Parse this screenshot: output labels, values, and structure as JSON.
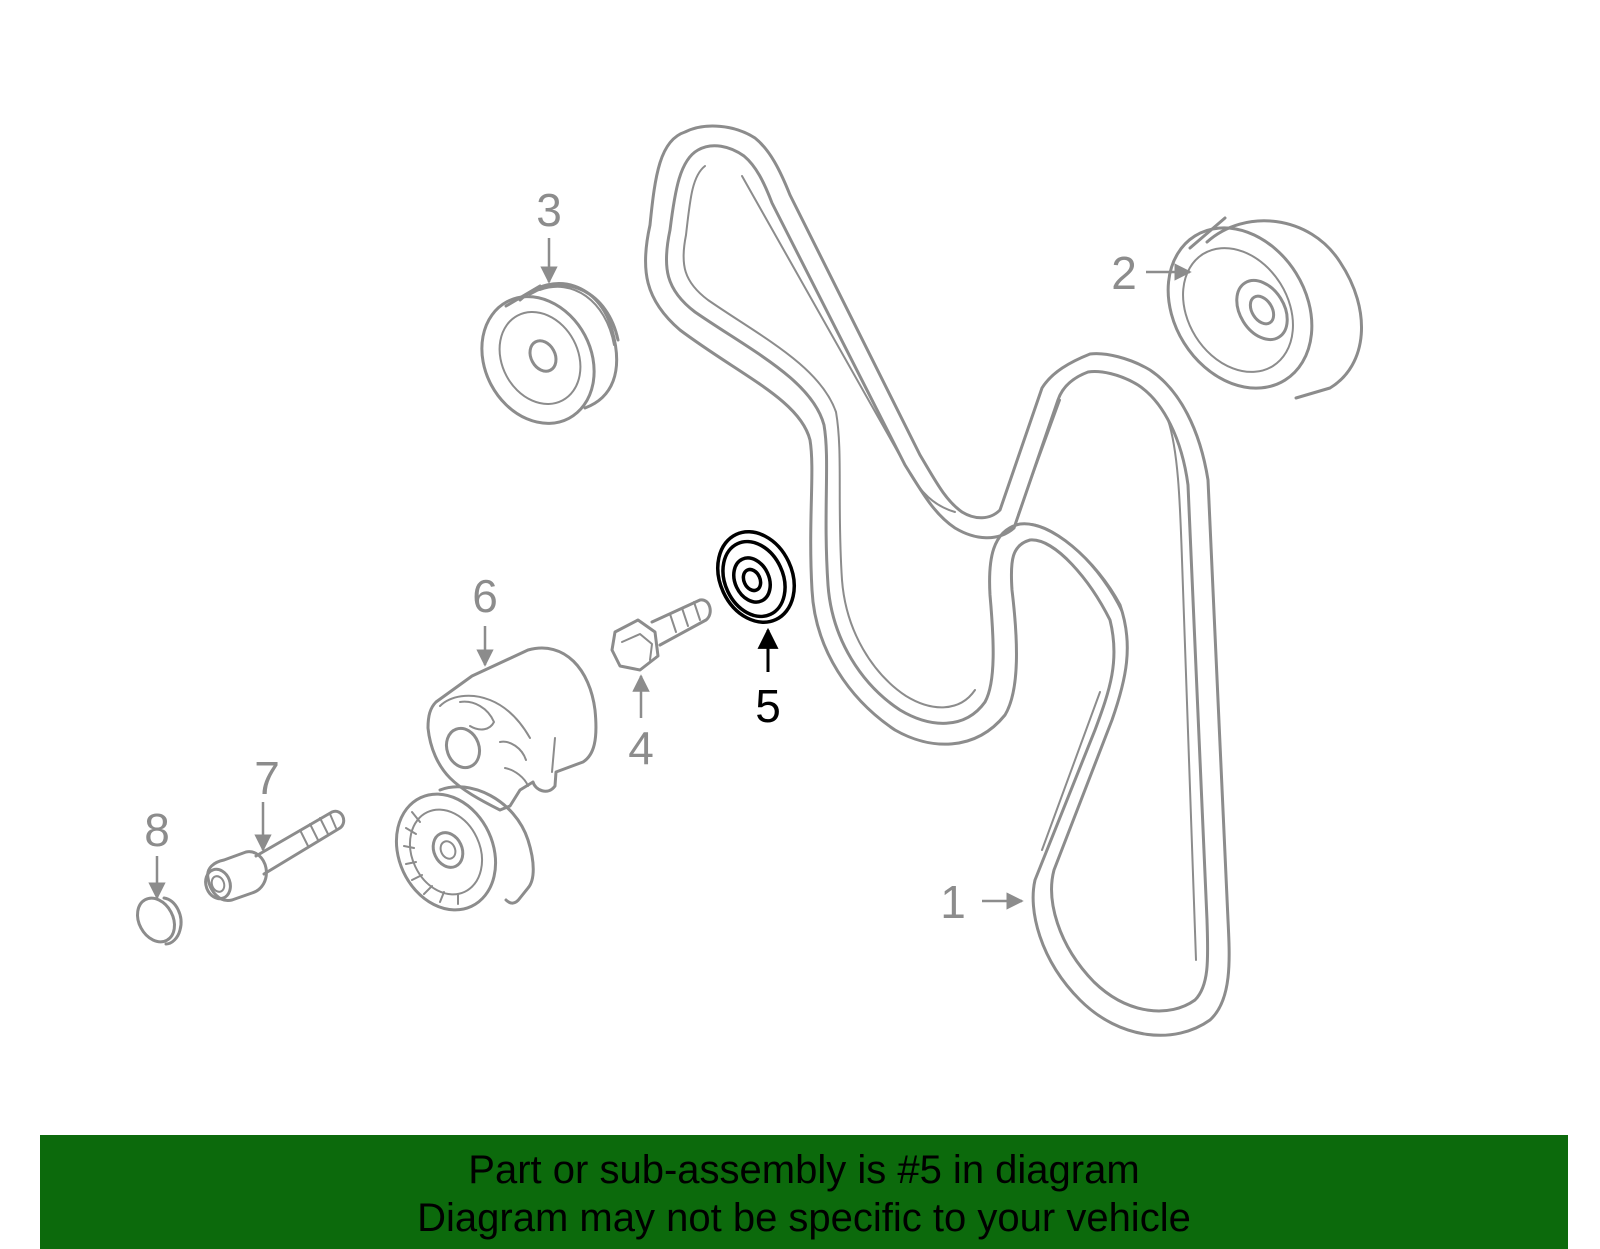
{
  "callouts": [
    {
      "id": "1",
      "label": "1"
    },
    {
      "id": "2",
      "label": "2"
    },
    {
      "id": "3",
      "label": "3"
    },
    {
      "id": "4",
      "label": "4"
    },
    {
      "id": "5",
      "label": "5"
    },
    {
      "id": "6",
      "label": "6"
    },
    {
      "id": "7",
      "label": "7"
    },
    {
      "id": "8",
      "label": "8"
    }
  ],
  "highlighted_part": "5",
  "banner": {
    "line1": "Part or sub-assembly is #5 in diagram",
    "line2": "Diagram may not be specific to your vehicle",
    "color": "#0c6a0c"
  },
  "colors": {
    "part_stroke": "#8c8c8c",
    "highlight_stroke": "#000000",
    "background": "#ffffff"
  }
}
